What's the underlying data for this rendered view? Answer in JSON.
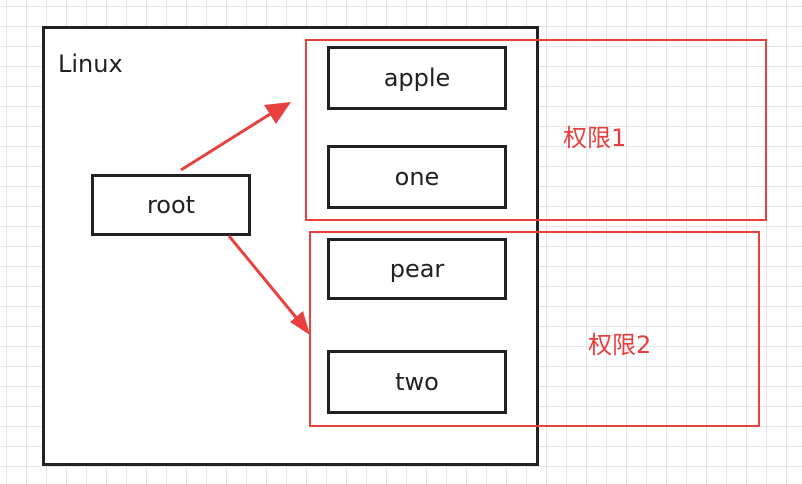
{
  "diagram": {
    "container_label": "Linux",
    "nodes": {
      "root": "root",
      "apple": "apple",
      "one": "one",
      "pear": "pear",
      "two": "two"
    },
    "groups": [
      {
        "label": "权限1",
        "members": [
          "apple",
          "one"
        ]
      },
      {
        "label": "权限2",
        "members": [
          "pear",
          "two"
        ]
      }
    ],
    "edges": [
      {
        "from": "root",
        "to": "权限1"
      },
      {
        "from": "root",
        "to": "权限2"
      }
    ],
    "colors": {
      "outline": "#222222",
      "accent": "#e8403f",
      "grid": "#e4e4e4"
    }
  }
}
